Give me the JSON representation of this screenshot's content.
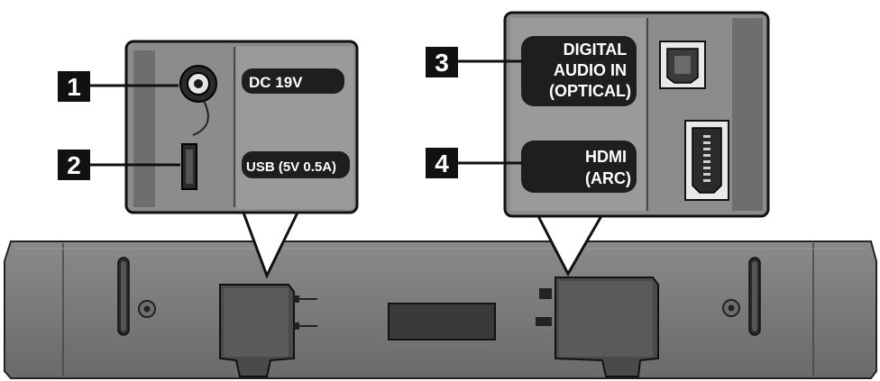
{
  "callouts": [
    {
      "number": "1",
      "label": "DC 19V"
    },
    {
      "number": "2",
      "label": "USB (5V 0.5A)"
    },
    {
      "number": "3",
      "label_lines": [
        "DIGITAL",
        "AUDIO IN",
        "(OPTICAL)"
      ]
    },
    {
      "number": "4",
      "label_lines": [
        "HDMI",
        "(ARC)"
      ]
    }
  ]
}
